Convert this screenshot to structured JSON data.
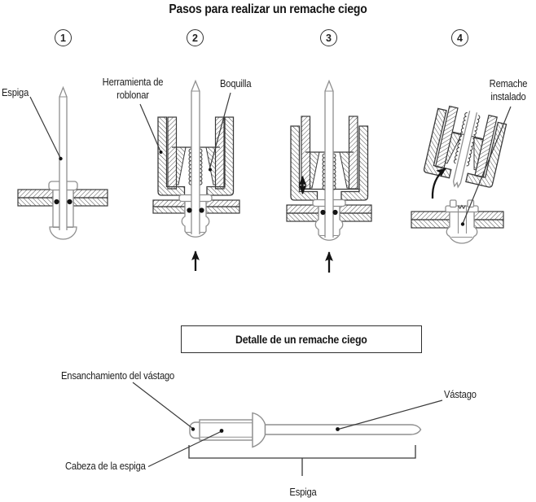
{
  "colors": {
    "bg": "#ffffff",
    "ink": "#1d1d1d",
    "line": "#3a3a3a",
    "thin": "#8f8f8f",
    "hatch": "#4a4a4a",
    "black": "#141414"
  },
  "title": "Pasos para realizar un remache ciego",
  "steps": {
    "one": {
      "number": "1",
      "espiga": "Espiga"
    },
    "two": {
      "number": "2",
      "tool": "Herramienta de roblonar",
      "nozzle": "Boquilla"
    },
    "three": {
      "number": "3"
    },
    "four": {
      "number": "4",
      "installed": "Remache instalado"
    }
  },
  "detail": {
    "title": "Detalle de un remache ciego",
    "shaft_expansion": "Ensanchamiento del vástago",
    "spike_head": "Cabeza de la espiga",
    "shaft": "Vástago",
    "spike": "Espiga"
  }
}
